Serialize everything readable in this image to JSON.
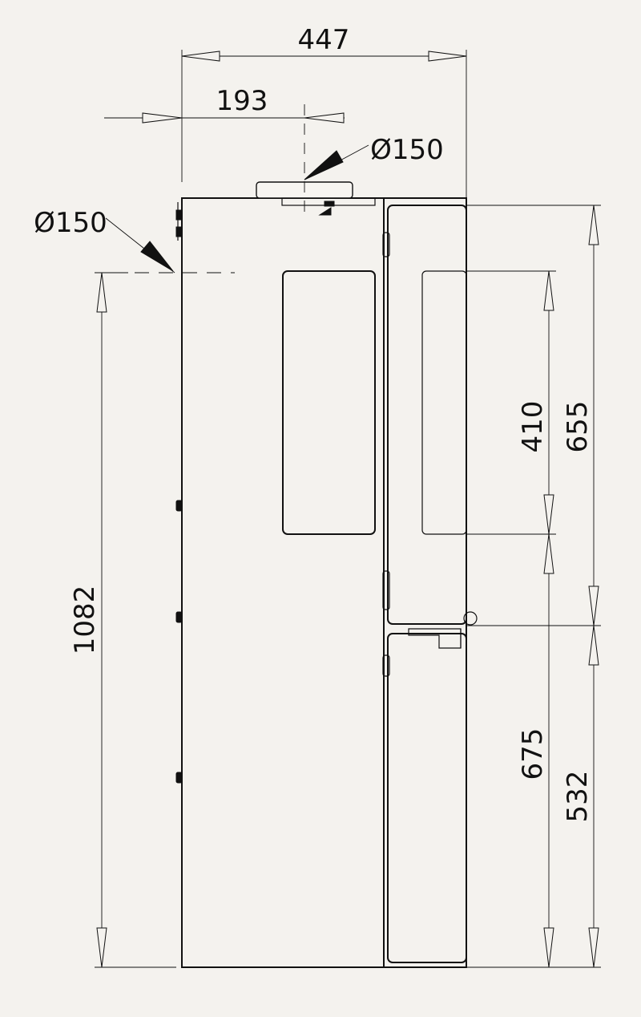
{
  "dimensions": {
    "width_total": "447",
    "flue_offset": "193",
    "flue_top_diameter": "Ø150",
    "flue_rear_diameter": "Ø150",
    "height_rear_flue": "1082",
    "height_window": "410",
    "height_upper_side": "655",
    "height_lower_side": "675",
    "height_base": "532"
  },
  "colors": {
    "background": "#f4f2ee",
    "stroke": "#111111"
  }
}
